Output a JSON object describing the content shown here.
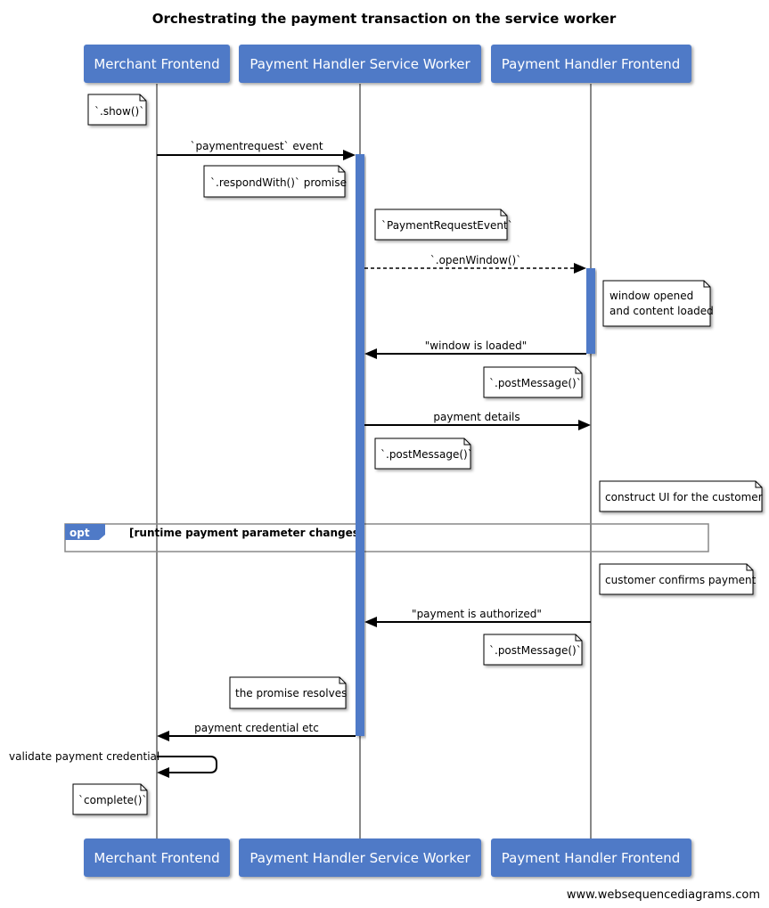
{
  "title": "Orchestrating the payment transaction on the service worker",
  "footer": "www.websequencediagrams.com",
  "colors": {
    "participant": "#4f7ac7",
    "activation": "#4f7ac7",
    "fragment_label": "#4f7ac7",
    "lifeline": "#888888"
  },
  "participants": [
    "Merchant Frontend",
    "Payment Handler Service Worker",
    "Payment Handler Frontend"
  ],
  "notes": [
    "`.show()`",
    "`.respondWith()` promise",
    "`PaymentRequestEvent`",
    [
      "window opened",
      "and content loaded"
    ],
    "`.postMessage()`",
    "`.postMessage()`",
    "construct UI for the customer",
    "customer confirms payment",
    "`.postMessage()`",
    "the promise resolves",
    "`complete()`"
  ],
  "messages": [
    "`paymentrequest` event",
    "`.openWindow()`",
    "\"window is loaded\"",
    "payment details",
    "\"payment is authorized\"",
    "payment credential etc",
    "validate payment credential"
  ],
  "fragment": {
    "label": "opt",
    "condition": "[runtime payment parameter changes]"
  }
}
